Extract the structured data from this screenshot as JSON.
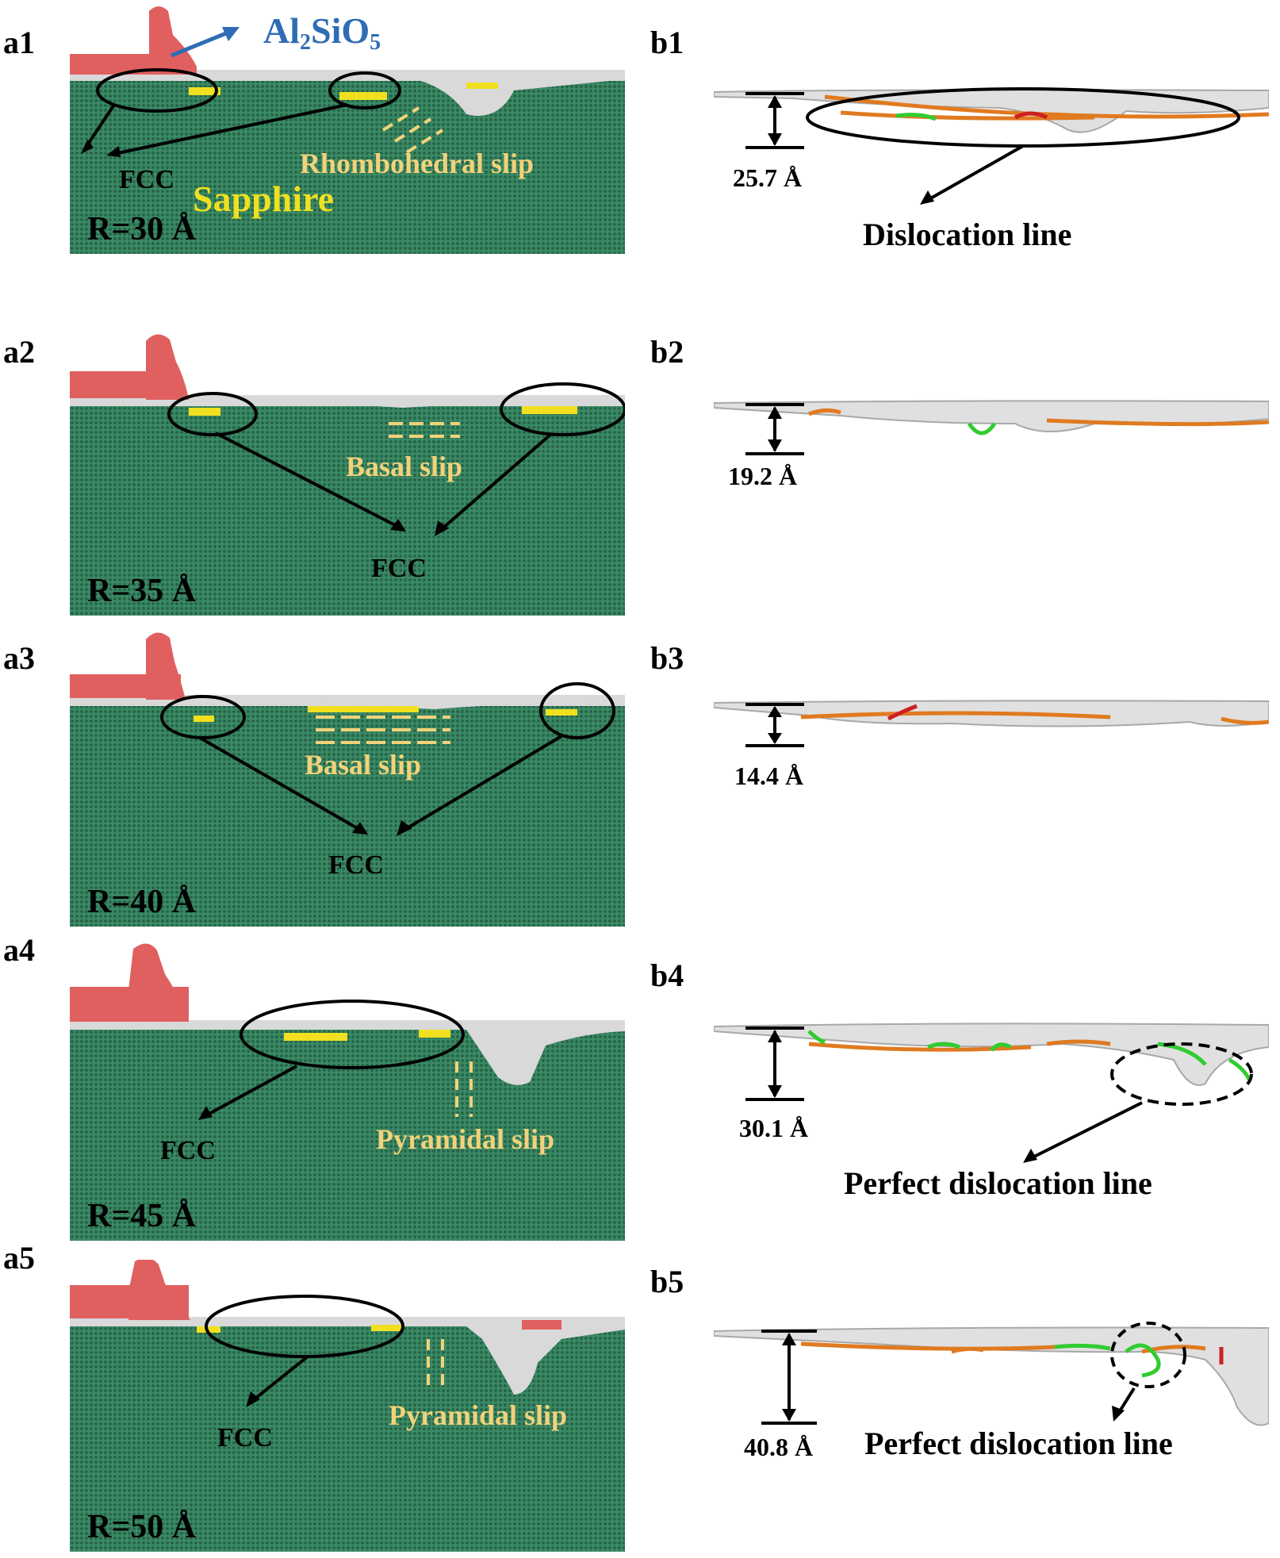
{
  "panels_a": [
    {
      "id": "a1",
      "radius": "R=30 Å",
      "fcc": "FCC",
      "slip": "Rhombohedral slip",
      "material": "Sapphire"
    },
    {
      "id": "a2",
      "radius": "R=35 Å",
      "fcc": "FCC",
      "slip": "Basal slip"
    },
    {
      "id": "a3",
      "radius": "R=40 Å",
      "fcc": "FCC",
      "slip": "Basal slip"
    },
    {
      "id": "a4",
      "radius": "R=45 Å",
      "fcc": "FCC",
      "slip": "Pyramidal slip"
    },
    {
      "id": "a5",
      "radius": "R=50 Å",
      "fcc": "FCC",
      "slip": "Pyramidal slip"
    }
  ],
  "abrasive_label": {
    "base": "Al",
    "sub1": "2",
    "mid": "SiO",
    "sub2": "5"
  },
  "panels_b": [
    {
      "id": "b1",
      "depth": "25.7 Å",
      "caption": "Dislocation line"
    },
    {
      "id": "b2",
      "depth": "19.2 Å"
    },
    {
      "id": "b3",
      "depth": "14.4 Å"
    },
    {
      "id": "b4",
      "depth": "30.1 Å",
      "caption": "Perfect dislocation line"
    },
    {
      "id": "b5",
      "depth": "40.8 Å",
      "caption": "Perfect dislocation line"
    }
  ],
  "colors": {
    "substrate": "#3b8a66",
    "amorphous": "#d9d9d9",
    "abrasive": "#e06060",
    "fcc_atoms": "#f0e020",
    "slip_marker": "#f2d27a",
    "label_blue": "#2e6db4",
    "dislocation_orange": "#e07a20",
    "dislocation_green": "#30cc30",
    "dislocation_red": "#cc2020"
  }
}
